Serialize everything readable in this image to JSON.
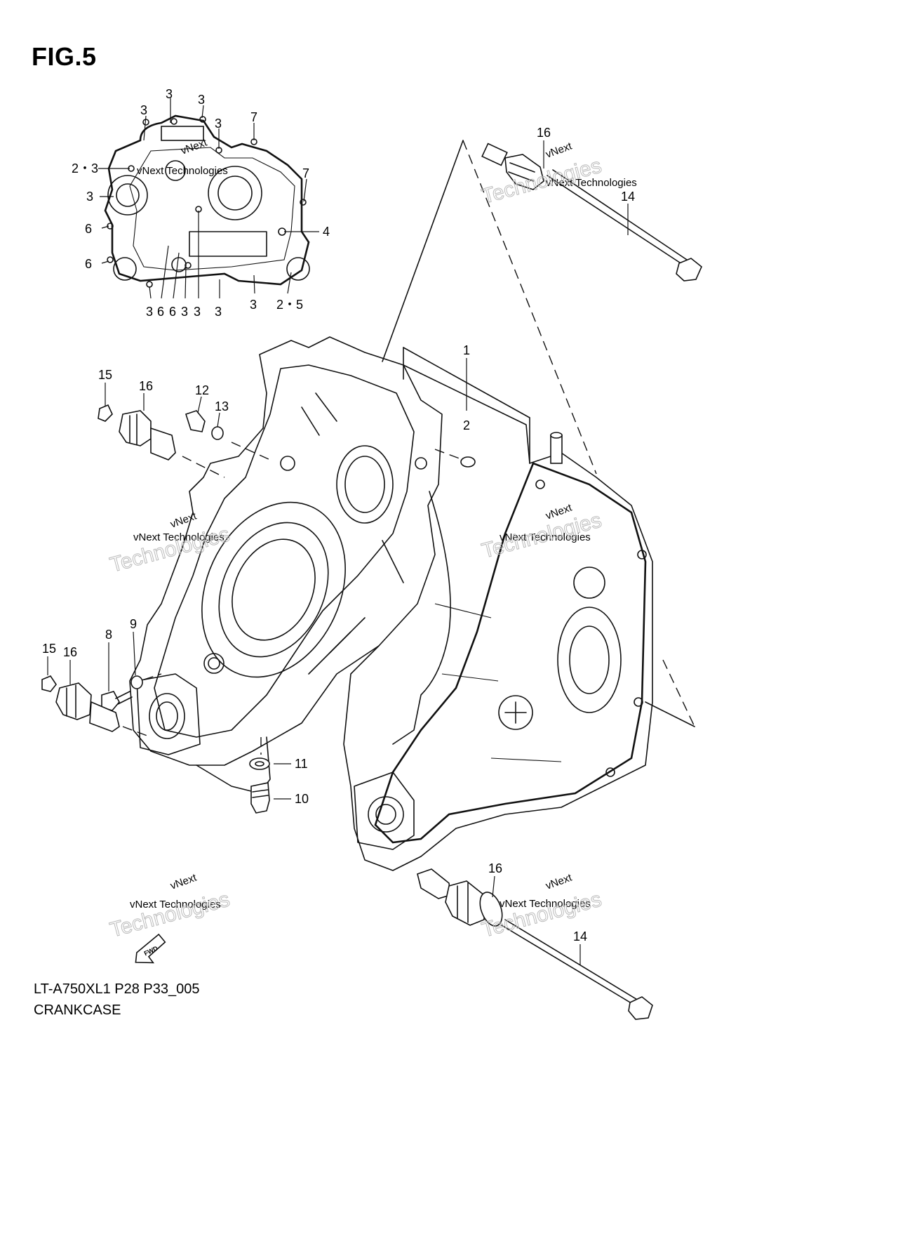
{
  "figure": {
    "title": "FIG.5",
    "code": "LT-A750XL1 P28 P33_005",
    "name": "CRANKCASE"
  },
  "inset_callouts": {
    "c3a": "3",
    "c3b": "3",
    "c3c": "3",
    "c3d": "3",
    "c7a": "7",
    "c7b": "7",
    "c23": "2・3",
    "c3e": "3",
    "c4": "4",
    "c6a": "6",
    "c6b": "6",
    "b1": "3",
    "b2": "6",
    "b3": "6",
    "b4": "3",
    "b5": "3",
    "b6": "3",
    "b7": "3",
    "c25": "2・5"
  },
  "callouts": {
    "p16_top": "16",
    "p14_top": "14",
    "p1": "1",
    "p2": "2",
    "p15_a": "15",
    "p16_a": "16",
    "p12": "12",
    "p13": "13",
    "p8": "8",
    "p9": "9",
    "p15_b": "15",
    "p16_b": "16",
    "p11": "11",
    "p10": "10",
    "p16_bot": "16",
    "p14_bot": "14"
  },
  "watermark": {
    "line1": "vNext",
    "line2": "vNext Technologies",
    "line3": "Technologies"
  },
  "fwd_label": "FWD",
  "colors": {
    "ink": "#111111",
    "background": "#ffffff",
    "watermark": "#bbbbbb"
  }
}
